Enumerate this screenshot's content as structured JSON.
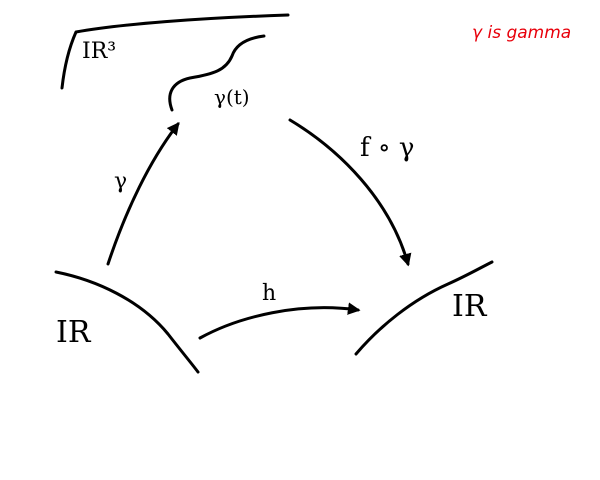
{
  "colors": {
    "ink": "#000000",
    "note": "#e8000b",
    "background": "#ffffff"
  },
  "labels": {
    "space_r3": "IR³",
    "curve_point": "γ(t)",
    "map_gamma": "γ",
    "map_f_gamma": "f ∘ γ",
    "map_h": "h",
    "domain_r": "IR",
    "codomain_r": "IR"
  },
  "note": {
    "text": "γ is gamma"
  }
}
